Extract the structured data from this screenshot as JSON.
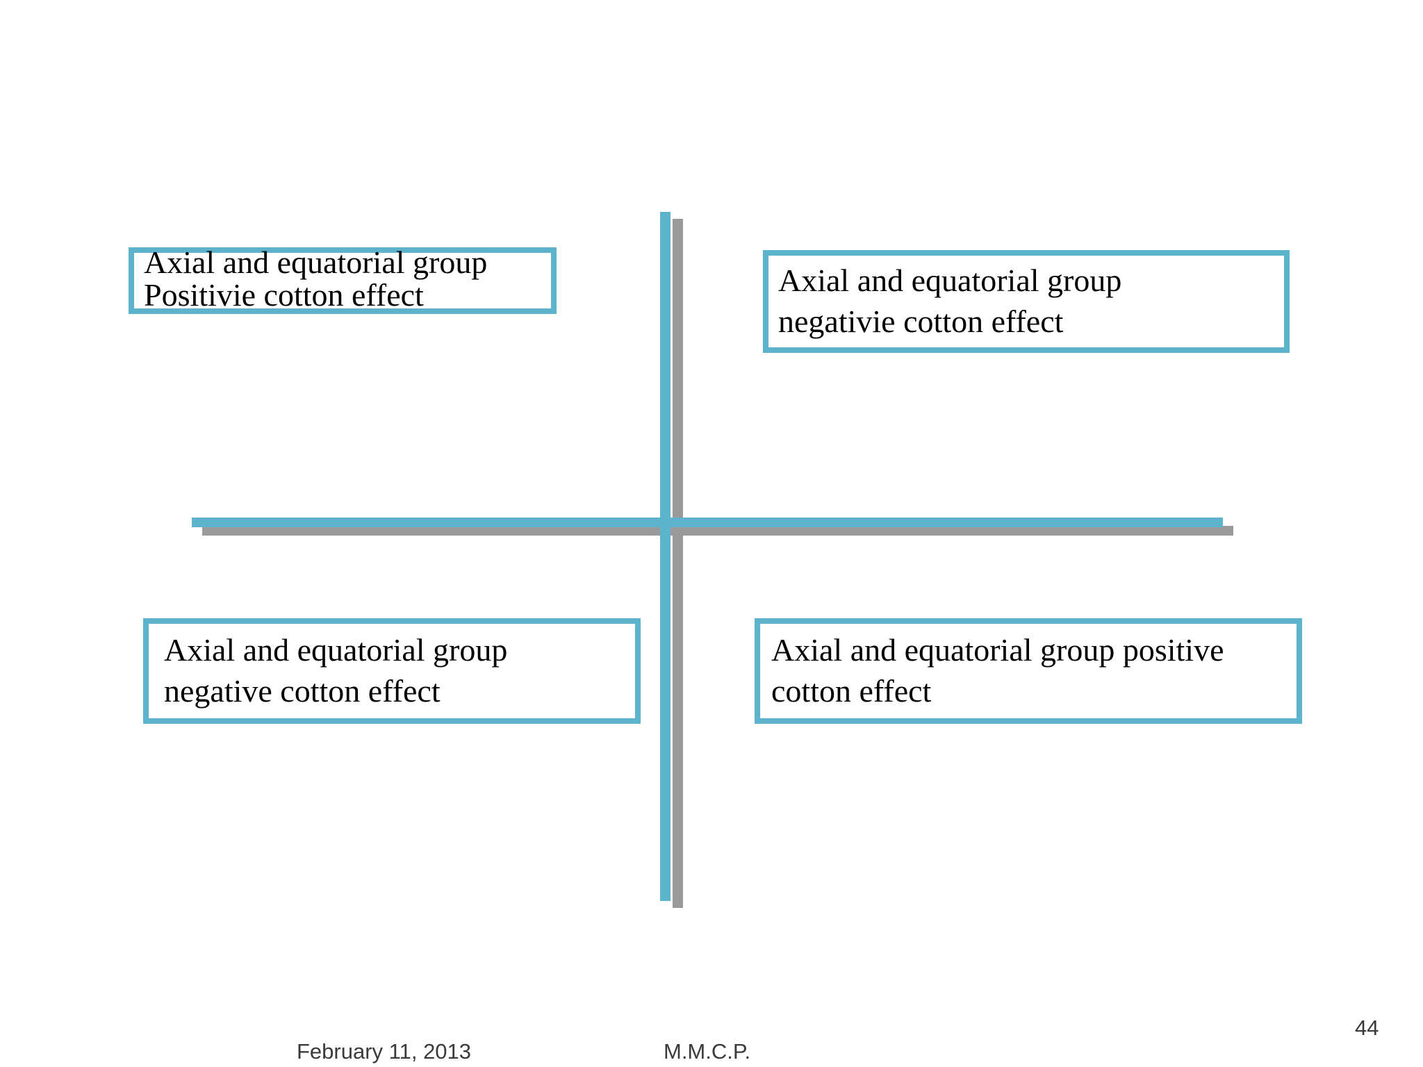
{
  "slide": {
    "background_color": "#ffffff",
    "accent_color": "#5bb3cc",
    "shadow_color": "#9a9a9a",
    "text_color": "#000000",
    "footer_color": "#3a3a3a"
  },
  "axes": {
    "vertical_label": "vertical-axis",
    "horizontal_label": "horizontal-axis"
  },
  "quadrants": [
    {
      "id": "top-left",
      "line1": "Axial and equatorial group",
      "line2": "Positivie cotton effect",
      "text": "Axial and equatorial group\nPositivie cotton effect"
    },
    {
      "id": "top-right",
      "line1": "Axial and equatorial group",
      "line2": "negativie cotton effect",
      "text": "Axial and equatorial group\nnegativie cotton effect"
    },
    {
      "id": "bottom-left",
      "line1": "Axial and equatorial group",
      "line2": "negative cotton effect",
      "text": "Axial and equatorial group\nnegative cotton effect"
    },
    {
      "id": "bottom-right",
      "line1": "Axial and equatorial group positive",
      "line2": "cotton effect",
      "text": "Axial and equatorial group positive\ncotton effect"
    }
  ],
  "footer": {
    "date": "February 11, 2013",
    "organization": "M.M.C.P.",
    "slide_number": "44"
  }
}
